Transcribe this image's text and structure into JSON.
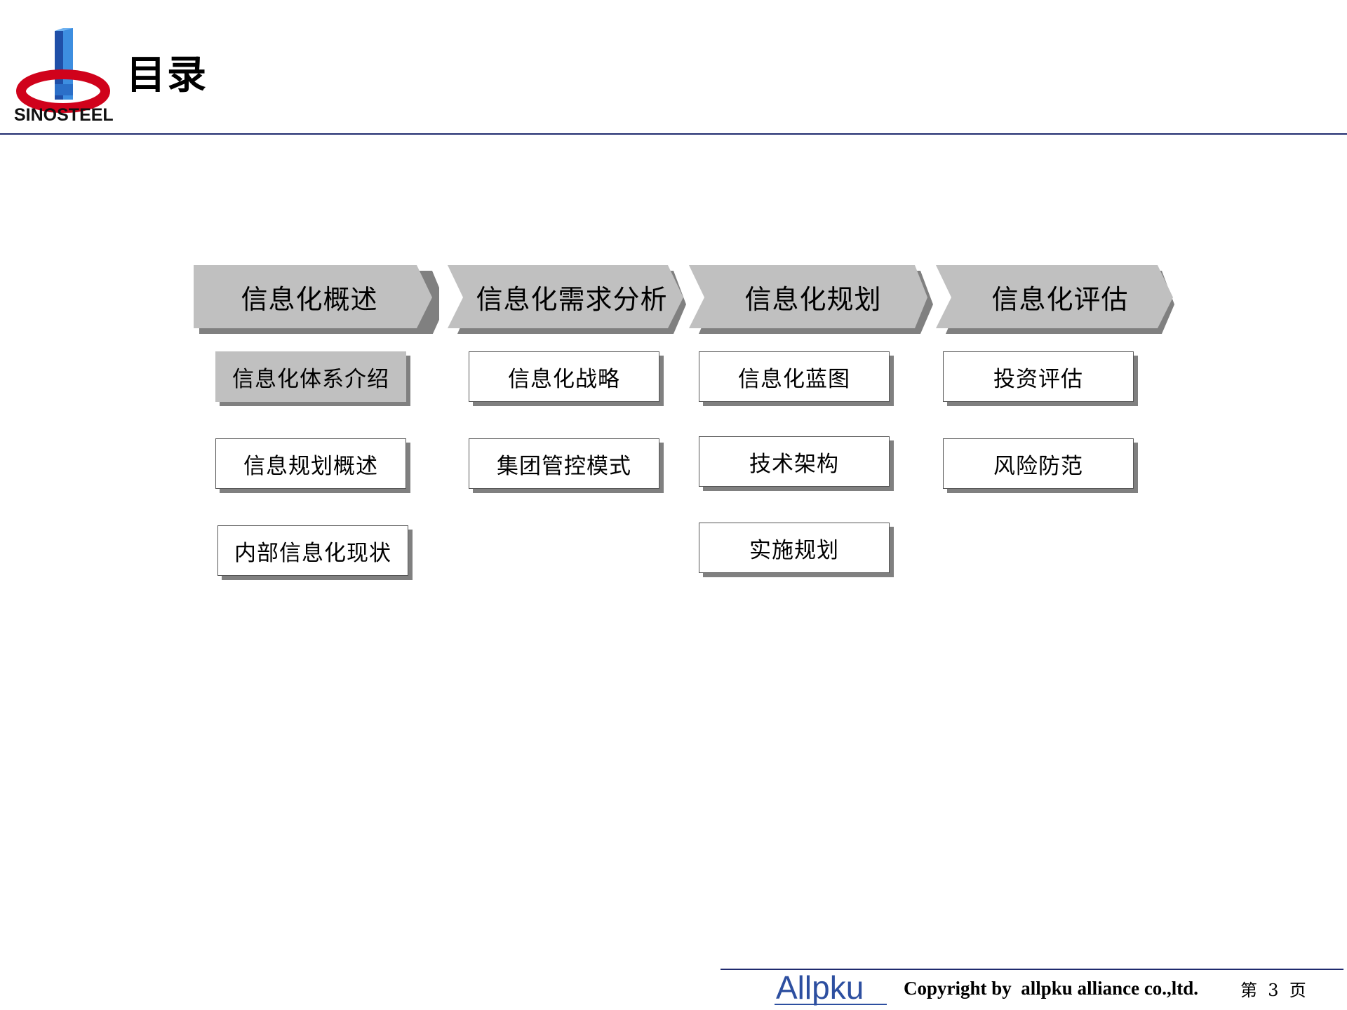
{
  "header": {
    "logo_text": "SINOSTEEL",
    "title": "目录"
  },
  "sections": [
    {
      "label": "信息化概述",
      "items": [
        "信息化体系介绍",
        "信息规划概述",
        "内部信息化现状"
      ],
      "active_item": 0
    },
    {
      "label": "信息化需求分析",
      "items": [
        "信息化战略",
        "集团管控模式"
      ]
    },
    {
      "label": "信息化规划",
      "items": [
        "信息化蓝图",
        "技术架构",
        "实施规划"
      ]
    },
    {
      "label": "信息化评估",
      "items": [
        "投资评估",
        "风险防范"
      ]
    }
  ],
  "footer": {
    "brand": "Allpku",
    "copyright": "Copyright by  allpku alliance co.,ltd.",
    "page_label": "第  3  页"
  },
  "colors": {
    "accent_rule": "#1f2a6e",
    "chevron_fill": "#c0c0c0",
    "chevron_shadow": "#808080",
    "logo_red": "#d0021b",
    "logo_blue": "#1a5fb4"
  }
}
